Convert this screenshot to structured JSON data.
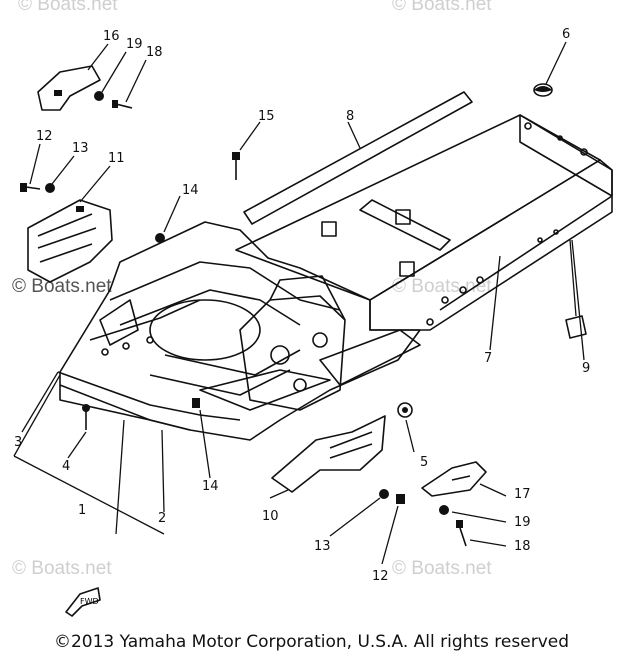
{
  "watermark": {
    "text": "© Boats.net"
  },
  "copyright": "©2013 Yamaha Motor Corporation, U.S.A. All rights reserved",
  "callouts": [
    "1",
    "2",
    "3",
    "4",
    "5",
    "6",
    "7",
    "8",
    "9",
    "10",
    "11",
    "12",
    "13",
    "14",
    "14",
    "15",
    "16",
    "17",
    "18",
    "18",
    "19",
    "19",
    "12",
    "13"
  ],
  "fwd_label": "FWD"
}
